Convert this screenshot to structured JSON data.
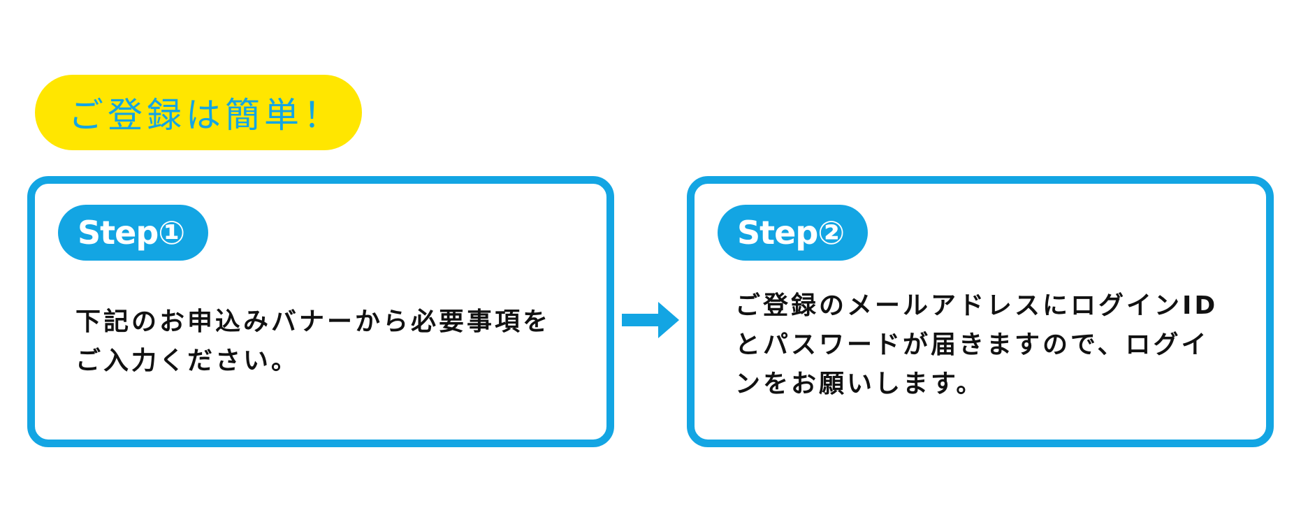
{
  "headline": "ご登録は簡単！",
  "colors": {
    "accent_blue": "#13A5E3",
    "highlight_yellow": "#FFE600",
    "text_dark": "#111111"
  },
  "steps": [
    {
      "badge": "Step①",
      "lines": [
        "下記のお申込みバナーから必要事項を",
        "ご入力ください。"
      ]
    },
    {
      "badge": "Step②",
      "lines": [
        "ご登録のメールアドレスにログインID",
        "とパスワードが届きますので、ログイ",
        "ンをお願いします。"
      ]
    }
  ],
  "icons": {
    "arrow": "arrow-right-icon"
  }
}
